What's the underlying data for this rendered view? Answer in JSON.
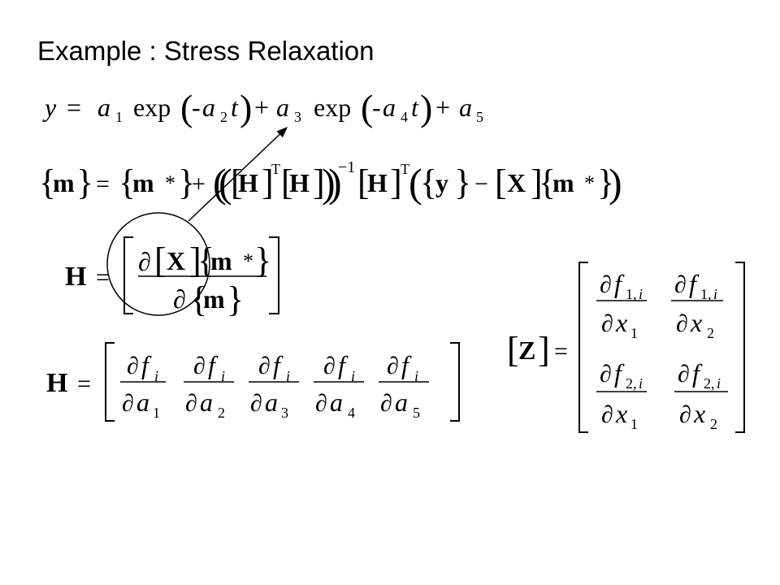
{
  "slide": {
    "title": "Example : Stress Relaxation"
  },
  "equations": {
    "model": {
      "y": "y",
      "eq": "=",
      "a": "a",
      "exp": "exp",
      "minus": "-",
      "t": "t",
      "plus": "+",
      "subs": [
        "1",
        "2",
        "3",
        "4",
        "5"
      ]
    },
    "update": {
      "m": "m",
      "star": "*",
      "eq": "=",
      "plus": "+",
      "minus": "−",
      "H": "H",
      "X": "X",
      "y": "y",
      "T": "T",
      "inv": "−1"
    },
    "sensitivity_general": {
      "H": "H",
      "eq": "=",
      "partial": "∂",
      "X": "X",
      "m": "m",
      "star": "*"
    },
    "sensitivity_params": {
      "H": "H",
      "eq": "=",
      "partial": "∂",
      "f": "f",
      "i": "i",
      "a": "a",
      "subs": [
        "1",
        "2",
        "3",
        "4",
        "5"
      ]
    },
    "Z_matrix": {
      "Z": "Z",
      "eq": "=",
      "partial": "∂",
      "f": "f",
      "x": "x",
      "row1_sub": "1,",
      "row2_sub": "2,",
      "i": "i",
      "col_subs": [
        "1",
        "2"
      ]
    }
  }
}
